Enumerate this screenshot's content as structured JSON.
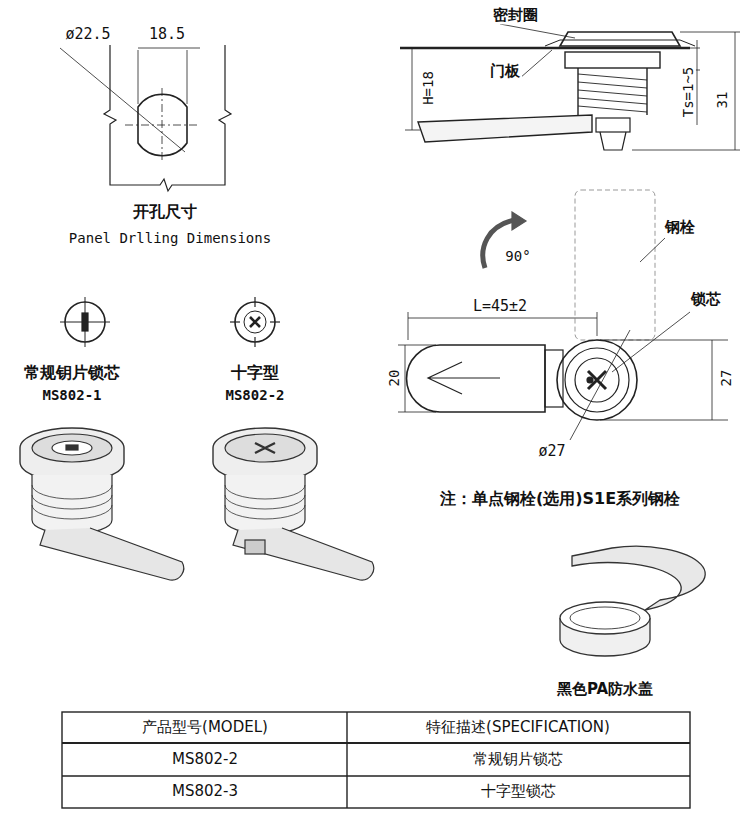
{
  "diagram": {
    "labels": [
      "ø22.5",
      "18.5",
      "开孔尺寸",
      "Panel Drlling Dimensions",
      "密封圈",
      "门板",
      "H=18",
      "Ts=1~5",
      "31",
      "钢栓",
      "90°",
      "L=45±2",
      "锁芯",
      "20",
      "27",
      "ø27",
      "注：单点钢栓(选用)S1E系列钢栓",
      "常规钥片锁芯",
      "MS802-1",
      "十字型",
      "MS802-2",
      "黑色PA防水盖",
      "产品型号(MODEL)",
      "特征描述(SPECIFICATION)",
      "MS802-2",
      "常规钥片锁芯",
      "MS802-3",
      "十字型锁芯"
    ]
  }
}
